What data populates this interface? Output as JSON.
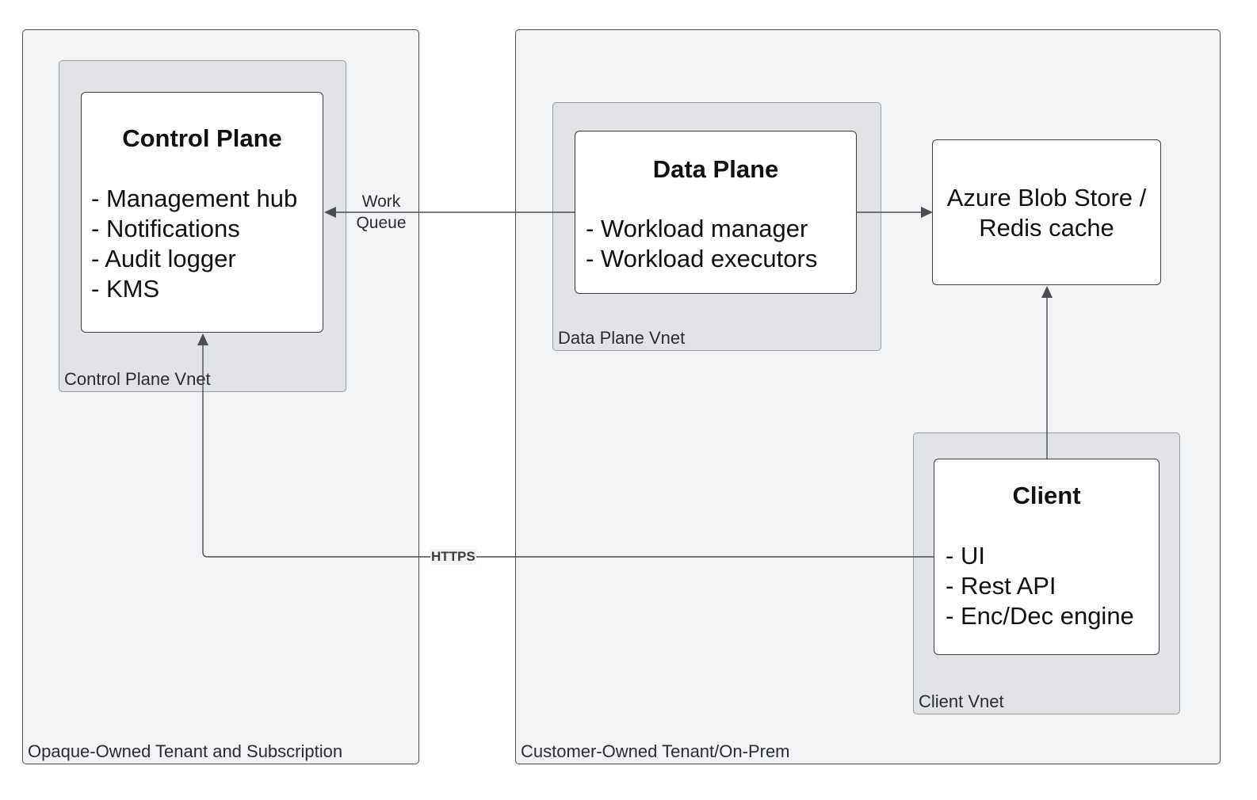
{
  "zones": {
    "opaque_tenant": {
      "label": "Opaque-Owned Tenant and Subscription"
    },
    "customer_tenant": {
      "label": "Customer-Owned Tenant/On-Prem"
    }
  },
  "vnets": {
    "control_plane_vnet": {
      "label": "Control Plane Vnet"
    },
    "data_plane_vnet": {
      "label": "Data Plane Vnet"
    },
    "client_vnet": {
      "label": "Client Vnet"
    }
  },
  "nodes": {
    "control_plane": {
      "title": "Control Plane",
      "items": [
        "Management hub",
        "Notifications",
        "Audit logger",
        "KMS"
      ]
    },
    "data_plane": {
      "title": "Data Plane",
      "items": [
        "Workload manager",
        "Workload executors"
      ]
    },
    "storage": {
      "line1": "Azure Blob Store /",
      "line2": "Redis cache"
    },
    "client": {
      "title": "Client",
      "items": [
        "UI",
        "Rest API",
        "Enc/Dec engine"
      ]
    }
  },
  "edges": {
    "work_queue": {
      "line1": "Work",
      "line2": "Queue"
    },
    "https": {
      "label": "HTTPS"
    }
  },
  "colors": {
    "zone_fill": "#f2f3f5",
    "vnet_fill": "#e1e3e7",
    "node_fill": "#ffffff",
    "edge": "#4a4d52"
  }
}
